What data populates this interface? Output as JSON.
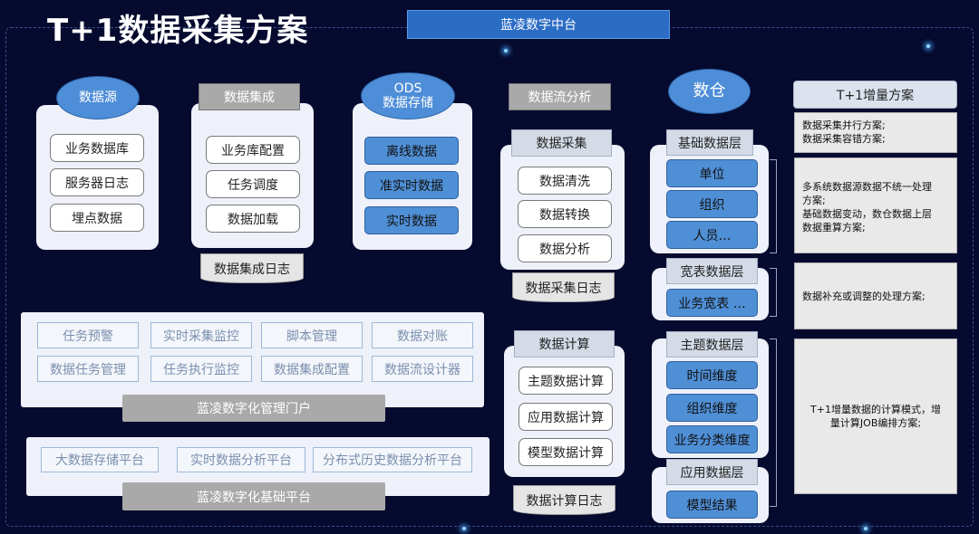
{
  "title": "T+1数据采集方案",
  "top_banner": "蓝凌数字中台",
  "data_source": {
    "label": "数据源",
    "items": [
      "业务数据库",
      "服务器日志",
      "埋点数据"
    ]
  },
  "integration": {
    "label": "数据集成",
    "items": [
      "业务库配置",
      "任务调度",
      "数据加载"
    ],
    "log": "数据集成日志"
  },
  "ods": {
    "label_line1": "ODS",
    "label_line2": "数据存储",
    "items": [
      "离线数据",
      "准实时数据",
      "实时数据"
    ]
  },
  "stream": {
    "label": "数据流分析",
    "collect_label": "数据采集",
    "collect_items": [
      "数据清洗",
      "数据转换",
      "数据分析"
    ],
    "collect_log": "数据采集日志",
    "compute_label": "数据计算",
    "compute_items": [
      "主题数据计算",
      "应用数据计算",
      "模型数据计算"
    ],
    "compute_log": "数据计算日志"
  },
  "warehouse": {
    "label": "数仓",
    "base_layer": "基础数据层",
    "base_items": [
      "单位",
      "组织",
      "人员…"
    ],
    "wide_layer": "宽表数据层",
    "wide_items": [
      "业务宽表 …"
    ],
    "topic_layer": "主题数据层",
    "topic_items": [
      "时间维度",
      "组织维度",
      "业务分类维度"
    ],
    "app_layer": "应用数据层",
    "app_items": [
      "模型结果"
    ]
  },
  "incremental": {
    "title": "T+1增量方案",
    "notes": [
      [
        "数据采集并行方案;",
        "数据采集容错方案;"
      ],
      [
        "多系统数据源数据不统一处理",
        "方案;",
        "基础数据变动，数仓数据上层",
        "数据重算方案;"
      ],
      [
        "数据补充或调整的处理方案;"
      ],
      [
        "T+1增量数据的计算模式，增",
        "量计算JOB编排方案;"
      ]
    ]
  },
  "portal": {
    "tools_row1": [
      "任务预警",
      "实时采集监控",
      "脚本管理",
      "数据对账"
    ],
    "tools_row2": [
      "数据任务管理",
      "任务执行监控",
      "数据集成配置",
      "数据流设计器"
    ],
    "label": "蓝凌数字化管理门户"
  },
  "platform": {
    "tools": [
      "大数据存储平台",
      "实时数据分析平台",
      "分布式历史数据分析平台"
    ],
    "label": "蓝凌数字化基础平台"
  },
  "colors": {
    "background": "#050a2e",
    "accent_blue": "#4f8fd6",
    "banner_blue": "#2b6cc4",
    "gray_bar": "#a9a9a9"
  }
}
